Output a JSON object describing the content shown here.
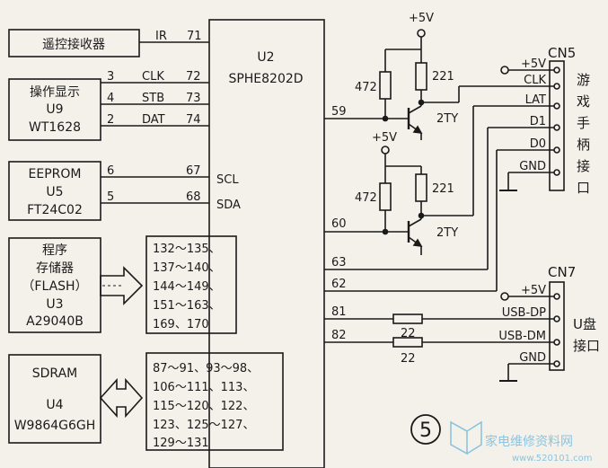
{
  "chip": {
    "ref": "U2",
    "name": "SPHE8202D"
  },
  "remote_box": {
    "label": "遥控接收器"
  },
  "display_box": {
    "name": "操作显示",
    "ref": "U9",
    "part": "WT1628"
  },
  "eeprom_box": {
    "name": "EEPROM",
    "ref": "U5",
    "part": "FT24C02"
  },
  "flash_box": {
    "line1": "程序",
    "line2": "存储器",
    "line3": "（FLASH）",
    "ref": "U3",
    "part": "A29040B"
  },
  "sdram_box": {
    "name": "SDRAM",
    "ref": "U4",
    "part": "W9864G6GH"
  },
  "ir": {
    "signal": "IR",
    "pin": "71"
  },
  "display_pins": [
    {
      "ext": "3",
      "signal": "CLK",
      "pin": "72"
    },
    {
      "ext": "4",
      "signal": "STB",
      "pin": "73"
    },
    {
      "ext": "2",
      "signal": "DAT",
      "pin": "74"
    }
  ],
  "eeprom_pins": [
    {
      "ext": "6",
      "pin": "67",
      "signal": "SCL"
    },
    {
      "ext": "5",
      "pin": "68",
      "signal": "SDA"
    }
  ],
  "flash_pins": [
    "132～135、",
    "137～140、",
    "144～149、",
    "151～163、",
    "169、170"
  ],
  "sdram_pins": [
    "87～91、93～98、",
    "106～111、113、",
    "115～120、122、",
    "123、125～127、",
    "129～131"
  ],
  "right_pins": {
    "p59": "59",
    "p60": "60",
    "p63": "63",
    "p62": "62",
    "p81": "81",
    "p82": "82"
  },
  "power": {
    "vcc1": "+5V",
    "vcc2": "+5V"
  },
  "resistors": {
    "r1": "472",
    "r2": "221",
    "r3": "472",
    "r4": "221",
    "r5": "22",
    "r6": "22"
  },
  "transistors": {
    "t1": "2TY",
    "t2": "2TY"
  },
  "cn5": {
    "name": "CN5",
    "pins": [
      "+5V",
      "CLK",
      "LAT",
      "D1",
      "D0",
      "GND"
    ],
    "desc": [
      "游",
      "戏",
      "手",
      "柄",
      "接",
      "口"
    ]
  },
  "cn7": {
    "name": "CN7",
    "pins": [
      "+5V",
      "USB-DP",
      "USB-DM",
      "GND"
    ],
    "desc": [
      "U盘",
      "接口"
    ]
  },
  "badge": "5",
  "watermark": {
    "text": "家电维修资料网",
    "url": "www.520101.com"
  }
}
